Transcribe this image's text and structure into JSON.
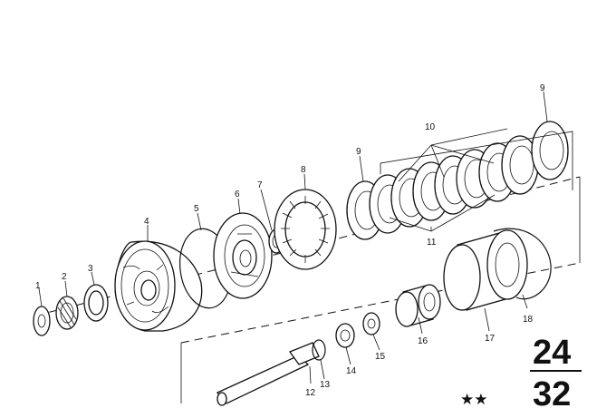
{
  "part_labels": [
    {
      "id": "1",
      "text": "1"
    },
    {
      "id": "2",
      "text": "2"
    },
    {
      "id": "3",
      "text": "3"
    },
    {
      "id": "4",
      "text": "4"
    },
    {
      "id": "5",
      "text": "5"
    },
    {
      "id": "6",
      "text": "6"
    },
    {
      "id": "7",
      "text": "7"
    },
    {
      "id": "8",
      "text": "8"
    },
    {
      "id": "9a",
      "text": "9"
    },
    {
      "id": "9b",
      "text": "9"
    },
    {
      "id": "10",
      "text": "10"
    },
    {
      "id": "11",
      "text": "11"
    },
    {
      "id": "12",
      "text": "12"
    },
    {
      "id": "13",
      "text": "13"
    },
    {
      "id": "14",
      "text": "14"
    },
    {
      "id": "15",
      "text": "15"
    },
    {
      "id": "16",
      "text": "16"
    },
    {
      "id": "17",
      "text": "17"
    },
    {
      "id": "18",
      "text": "18"
    }
  ],
  "group_code": {
    "top": "24",
    "bottom": "32"
  },
  "rating": "★★"
}
